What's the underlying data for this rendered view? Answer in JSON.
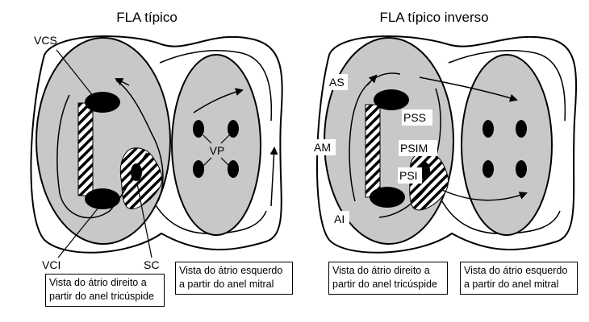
{
  "left_panel": {
    "title": "FLA típico",
    "labels": {
      "vcs": "VCS",
      "vci": "VCI",
      "sc": "SC",
      "vp": "VP"
    },
    "caption_right_atrium": {
      "line1": "Vista do átrio direito a",
      "line2": "partir do anel tricúspide"
    },
    "caption_left_atrium": {
      "line1": "Vista do átrio esquerdo",
      "line2": "a partir do anel mitral"
    }
  },
  "right_panel": {
    "title": "FLA típico inverso",
    "labels": {
      "as": "AS",
      "am": "AM",
      "ai": "AI",
      "pss": "PSS",
      "psim": "PSIM",
      "psi": "PSI"
    },
    "caption_right_atrium": {
      "line1": "Vista do átrio direito a",
      "line2": "partir do anel tricúspide"
    },
    "caption_left_atrium": {
      "line1": "Vista do átrio esquerdo",
      "line2": "a partir do anel mitral"
    }
  },
  "colors": {
    "atrium_fill": "#c8c8c8",
    "outline": "#000000",
    "background": "#ffffff"
  }
}
